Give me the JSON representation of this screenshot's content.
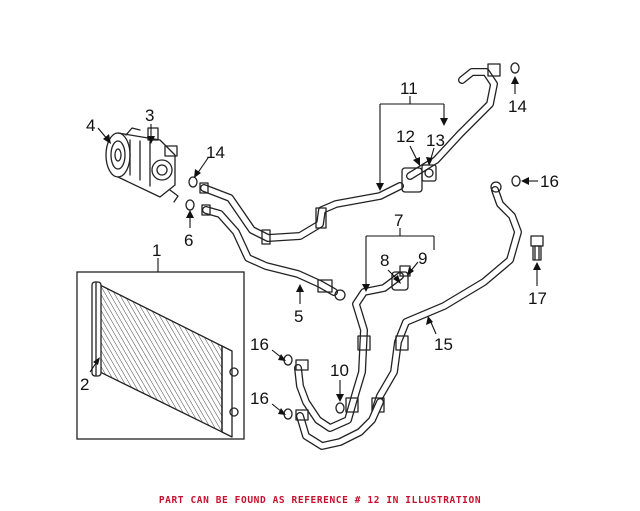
{
  "callouts": {
    "c1": "1",
    "c2": "2",
    "c3": "3",
    "c4": "4",
    "c5": "5",
    "c6": "6",
    "c7": "7",
    "c8": "8",
    "c9": "9",
    "c10": "10",
    "c11": "11",
    "c12": "12",
    "c13": "13",
    "c14a": "14",
    "c14b": "14",
    "c15": "15",
    "c16a": "16",
    "c16b": "16",
    "c17": "17"
  },
  "footer": {
    "note": "PART CAN BE FOUND AS REFERENCE # 12 IN ILLUSTRATION",
    "color": "#c8102e"
  }
}
